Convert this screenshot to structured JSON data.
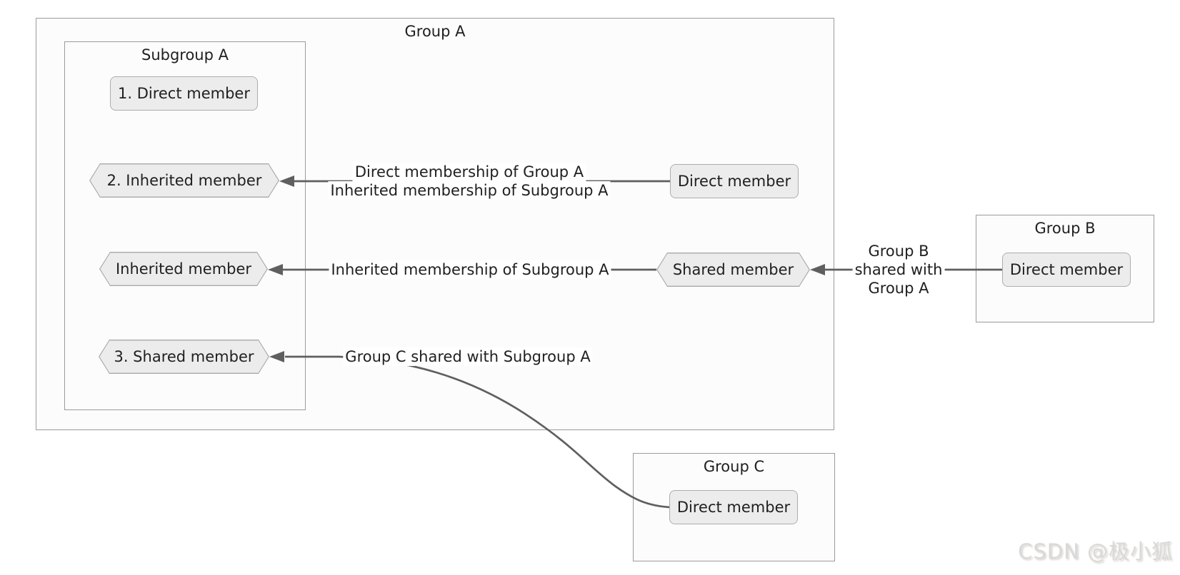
{
  "diagram": {
    "type": "flowchart",
    "clusters": {
      "group_a": {
        "title": "Group A"
      },
      "subgroup_a": {
        "title": "Subgroup A",
        "parent": "Group A"
      },
      "group_b": {
        "title": "Group B"
      },
      "group_c": {
        "title": "Group C"
      }
    },
    "nodes": {
      "sg_direct": {
        "label": "1. Direct member",
        "shape": "rounded-rect",
        "container": "Subgroup A"
      },
      "sg_inherited2": {
        "label": "2. Inherited member",
        "shape": "hexagon",
        "container": "Subgroup A"
      },
      "sg_inherited": {
        "label": "Inherited member",
        "shape": "hexagon",
        "container": "Subgroup A"
      },
      "sg_shared": {
        "label": "3. Shared member",
        "shape": "hexagon",
        "container": "Subgroup A"
      },
      "ga_direct": {
        "label": "Direct member",
        "shape": "rounded-rect",
        "container": "Group A"
      },
      "ga_shared": {
        "label": "Shared member",
        "shape": "hexagon",
        "container": "Group A"
      },
      "gb_direct": {
        "label": "Direct member",
        "shape": "rounded-rect",
        "container": "Group B"
      },
      "gc_direct": {
        "label": "Direct member",
        "shape": "rounded-rect",
        "container": "Group C"
      }
    },
    "edges": [
      {
        "from": "Direct member (Group A)",
        "to": "2. Inherited member",
        "lines": [
          "Direct membership of Group A",
          "Inherited membership of Subgroup A"
        ]
      },
      {
        "from": "Shared member (Group A)",
        "to": "Inherited member",
        "lines": [
          "Inherited membership of Subgroup A"
        ]
      },
      {
        "from": "Direct member (Group B)",
        "to": "Shared member (Group A)",
        "lines": [
          "Group B",
          "shared with",
          "Group A"
        ]
      },
      {
        "from": "Direct member (Group C)",
        "to": "3. Shared member",
        "lines": [
          "Group C shared with Subgroup A"
        ]
      }
    ],
    "colors": {
      "node_fill": "#ececec",
      "node_border": "#adadad",
      "cluster_fill": "#fcfcfc",
      "cluster_border": "#9b9b9b",
      "edge_line": "#5f5f5f",
      "text": "#202020",
      "label_background": "#ffffff",
      "watermark": "#dbd9d7"
    }
  },
  "watermark": {
    "text": "CSDN @极小狐"
  }
}
